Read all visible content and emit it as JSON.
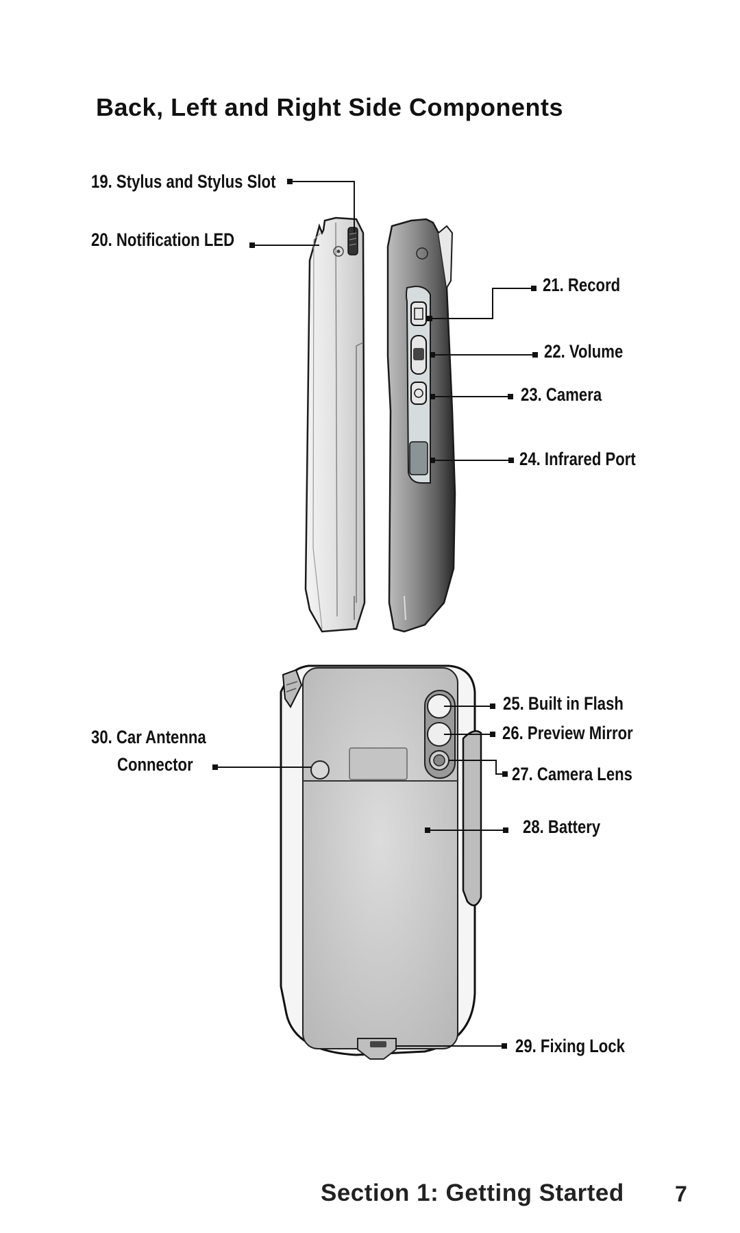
{
  "page": {
    "title": "Back, Left and Right Side Components",
    "footer_section": "Section 1: Getting Started",
    "page_number": "7"
  },
  "callouts": {
    "c19": "19. Stylus and Stylus Slot",
    "c20": "20. Notification LED",
    "c21": "21. Record",
    "c22": "22. Volume",
    "c23": "23. Camera",
    "c24": "24. Infrared Port",
    "c25": "25. Built in Flash",
    "c26": "26. Preview Mirror",
    "c27": "27. Camera Lens",
    "c28": "28. Battery",
    "c29": "29. Fixing Lock",
    "c30_line1": "30. Car Antenna",
    "c30_line2": "Connector"
  }
}
